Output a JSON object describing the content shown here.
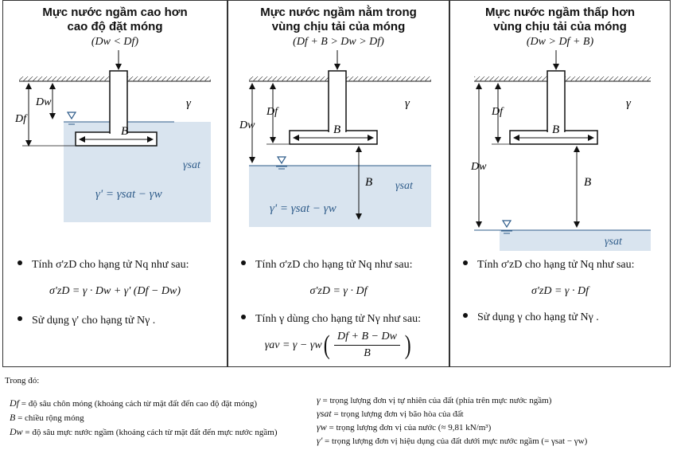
{
  "panels": [
    {
      "title_line1": "Mực nước ngầm cao hơn",
      "title_line2": "cao độ đặt móng",
      "condition": "(Dw < Df)",
      "labels": {
        "Dw": "Dw",
        "Df": "Df",
        "B": "B",
        "gamma": "γ",
        "gamma_sat": "γsat"
      },
      "formula_in_water": "γ' = γsat − γw",
      "bullet1": "Tính σ'zD cho hạng tử Nq như sau:",
      "formula1": "σ'zD = γ · Dw + γ' (Df − Dw)",
      "bullet2": "Sử dụng γ' cho hạng tử Nγ ."
    },
    {
      "title_line1": "Mực nước ngầm nằm trong",
      "title_line2": "vùng chịu tải của móng",
      "condition": "(Df + B > Dw > Df)",
      "labels": {
        "Dw": "Dw",
        "Df": "Df",
        "B": "B",
        "B2": "B",
        "gamma": "γ",
        "gamma_sat": "γsat"
      },
      "formula_in_water": "γ' = γsat − γw",
      "bullet1": "Tính σ'zD cho hạng tử Nq như sau:",
      "formula1": "σ'zD = γ · Df",
      "bullet2": "Tính γ dùng cho hạng tử Nγ như sau:",
      "formula2_lhs": "γav = γ − γw",
      "formula2_num": "Df + B − Dw",
      "formula2_den": "B"
    },
    {
      "title_line1": "Mực nước ngầm thấp hơn",
      "title_line2": "vùng chịu tải của móng",
      "condition": "(Dw > Df + B)",
      "labels": {
        "Dw": "Dw",
        "Df": "Df",
        "B": "B",
        "B2": "B",
        "gamma": "γ",
        "gamma_sat": "γsat"
      },
      "bullet1": "Tính σ'zD cho hạng tử Nq như sau:",
      "formula1": "σ'zD = γ · Df",
      "bullet2": "Sử dụng γ cho hạng tử Nγ ."
    }
  ],
  "legend": {
    "heading": "Trong đó:",
    "left": [
      {
        "sym": "Df",
        "text": "= độ sâu chôn móng (khoảng cách từ mặt đất đến cao độ đặt móng)"
      },
      {
        "sym": "B",
        "text": "= chiều rộng móng"
      },
      {
        "sym": "Dw",
        "text": "= độ sâu mực nước ngầm (khoảng cách từ mặt đất đến mực nước ngầm)"
      }
    ],
    "right": [
      {
        "sym": "γ",
        "text": "= trọng lượng đơn vị tự nhiên của đất (phía trên mực nước ngầm)"
      },
      {
        "sym": "γsat",
        "text": "= trọng lượng đơn vị bão hòa của đất"
      },
      {
        "sym": "γw",
        "text": "= trọng lượng đơn vị của nước (≈ 9,81 kN/m³)"
      },
      {
        "sym": "γ'",
        "text": "= trọng lượng đơn vị hiệu dụng của đất dưới mực nước ngầm (= γsat − γw)"
      }
    ]
  },
  "colors": {
    "water_fill": "#d9e4ef",
    "water_line": "#2f5c8a",
    "border": "#333333"
  }
}
